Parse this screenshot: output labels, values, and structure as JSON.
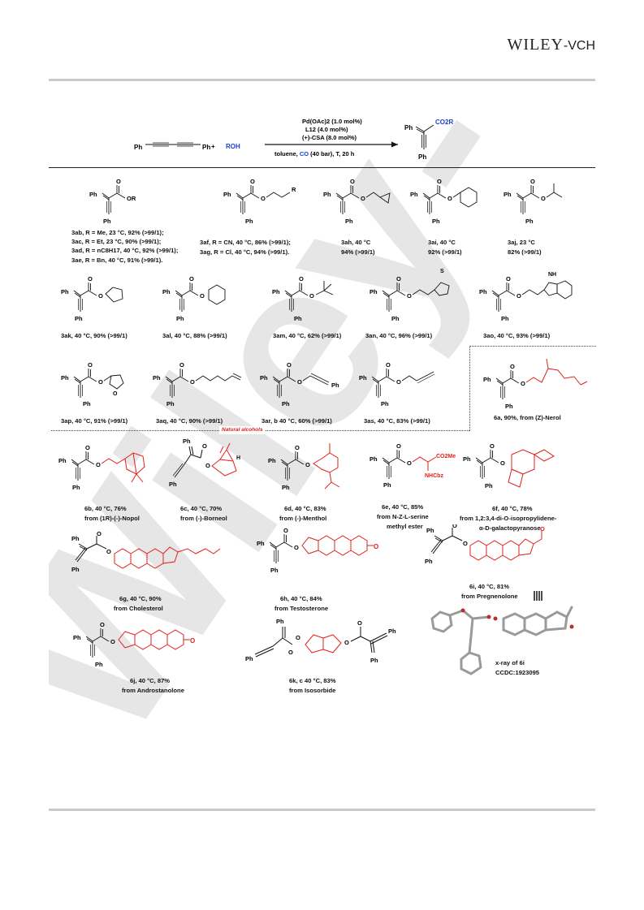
{
  "header": {
    "publisher_main": "Wiley",
    "publisher_sep": "-",
    "publisher_vch": "VCH"
  },
  "reaction": {
    "reactant1_left": "Ph",
    "reactant1_right": "Ph",
    "plus": "+",
    "reactant2": "ROH",
    "catalyst": "Pd(OAc)2 (1.0 mol%)",
    "ligand": "L12 (4.0 mol%)",
    "acid": "(+)-CSA (8.0 mol%)",
    "conditions_pre": "toluene, ",
    "conditions_co": "CO",
    "conditions_post": " (40 bar), T, 20 h",
    "product_group": "CO2R",
    "product_ph": "Ph"
  },
  "common": {
    "ph": "Ph",
    "r": "R",
    "o": "O"
  },
  "entries": {
    "ab": "3ab, R = Me, 23 °C, 92% (>99/1);",
    "ac": "3ac, R = Et, 23 °C, 90% (>99/1);",
    "ad": "3ad, R = nC8H17, 40 °C, 92% (>99/1);",
    "ae": "3ae, R = Bn, 40 °C, 91% (>99/1).",
    "af": "3af, R = CN, 40 °C, 86% (>99/1);",
    "ag": "3ag, R = Cl, 40 °C, 94% (>99/1).",
    "ah1": "3ah, 40 °C",
    "ah2": "94% (>99/1)",
    "ai1": "3ai, 40 °C",
    "ai2": "92% (>99/1)",
    "aj1": "3aj, 23 °C",
    "aj2": "82% (>99/1)",
    "ak": "3ak, 40 °C, 90% (>99/1)",
    "al": "3al, 40 °C, 88% (>99/1)",
    "am": "3am, 40 °C, 62% (>99/1)",
    "an": "3an, 40 °C, 96% (>99/1)",
    "ao": "3ao, 40 °C, 93% (>99/1)",
    "ap": "3ap, 40 °C, 91% (>99/1)",
    "aq": "3aq, 40 °C, 90% (>99/1)",
    "ar": "3ar, b 40 °C, 60% (>99/1)",
    "as": "3as, 40 °C, 83% (>99/1)",
    "a6": "6a, 90%, from (Z)-Nerol",
    "natural": "Natural alcohols",
    "b1": "6b, 40 °C, 76%",
    "b2": "from (1R)-(-)-Nopol",
    "c1": "6c, 40 °C, 70%",
    "c2": "from (-)-Borneol",
    "d1": "6d, 40 °C, 83%",
    "d2": "from (-)-Menthol",
    "e1": "6e, 40 °C, 85%",
    "e2": "from N-Z-L-serine",
    "e3": "methyl ester",
    "e_ester": "CO2Me",
    "e_amine": "NHCbz",
    "f1": "6f, 40 °C, 78%",
    "f2": "from 1,2:3,4-di-O-isopropylidene-",
    "f3": "α-D-galactopyranose",
    "g1": "6g, 40 °C, 90%",
    "g2": "from Cholesterol",
    "h1": "6h, 40 °C, 84%",
    "h2": "from Testosterone",
    "i1": "6i, 40 °C, 81%",
    "i2": "from Pregnenolone",
    "j1": "6j, 40 °C, 87%",
    "j2": "from Androstanolone",
    "k1": "6k, c 40 °C, 83%",
    "k2": "from Isosorbide",
    "x1": "x-ray of 6i",
    "x2": "CCDC:1923095"
  },
  "colors": {
    "highlight": "#e2201c",
    "blue": "#1a3fd1",
    "rule": "#c9c9c9",
    "watermark": "#e3e3e3"
  }
}
